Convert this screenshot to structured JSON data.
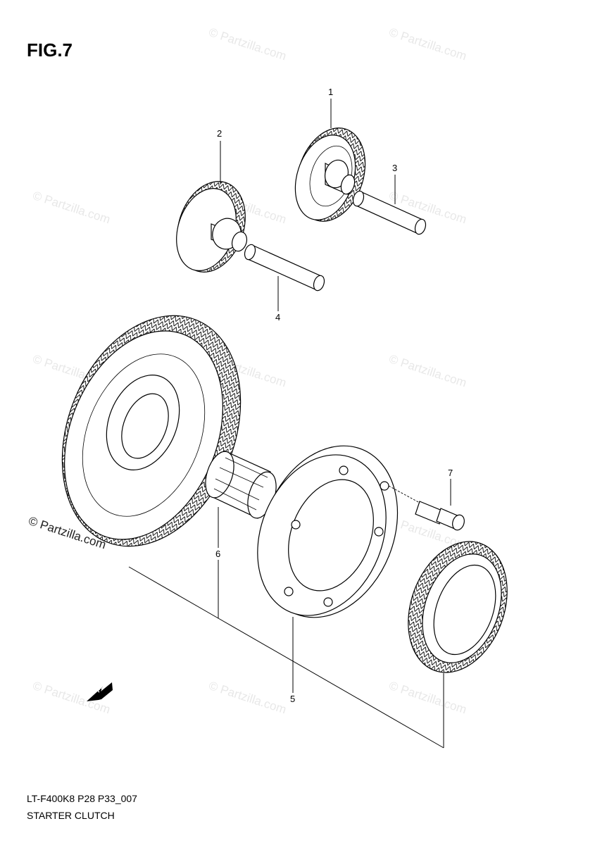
{
  "figure": {
    "title": "FIG.7"
  },
  "watermark": {
    "text": "© Partzilla.com"
  },
  "footer": {
    "model_code": "LT-F400K8 P28 P33_007",
    "caption": "STARTER CLUTCH"
  },
  "callouts": [
    "1",
    "2",
    "3",
    "4",
    "5",
    "6",
    "7"
  ],
  "direction_arrow": {
    "label": "FWD"
  },
  "colors": {
    "line": "#000000",
    "watermark": "#e8e8e8",
    "background": "#ffffff"
  }
}
